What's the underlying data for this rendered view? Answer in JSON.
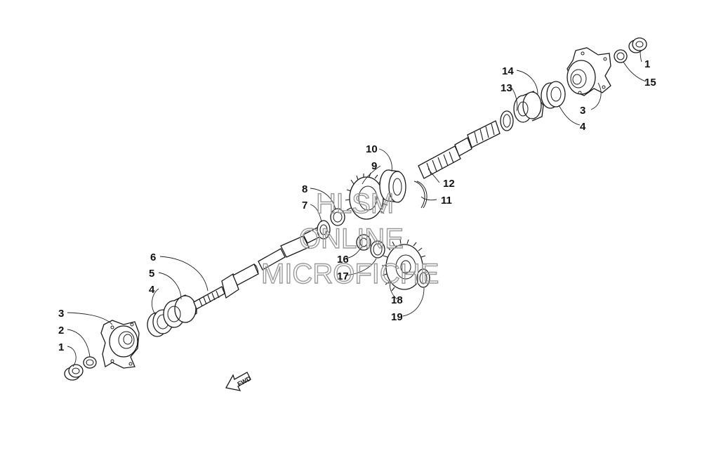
{
  "diagram": {
    "callouts": {
      "c1_left": "1",
      "c2_left": "2",
      "c3_left": "3",
      "c4_left": "4",
      "c5": "5",
      "c6": "6",
      "c7": "7",
      "c8": "8",
      "c9": "9",
      "c10": "10",
      "c11": "11",
      "c12": "12",
      "c13": "13",
      "c14": "14",
      "c1_right": "1",
      "c15": "15",
      "c3_right": "3",
      "c4_right": "4",
      "c16": "16",
      "c17": "17",
      "c18": "18",
      "c19": "19"
    },
    "direction_label": "FWD",
    "watermark": {
      "line1": "HLSM",
      "line2": "ONLINE",
      "line3": "MICROFICHE"
    }
  }
}
